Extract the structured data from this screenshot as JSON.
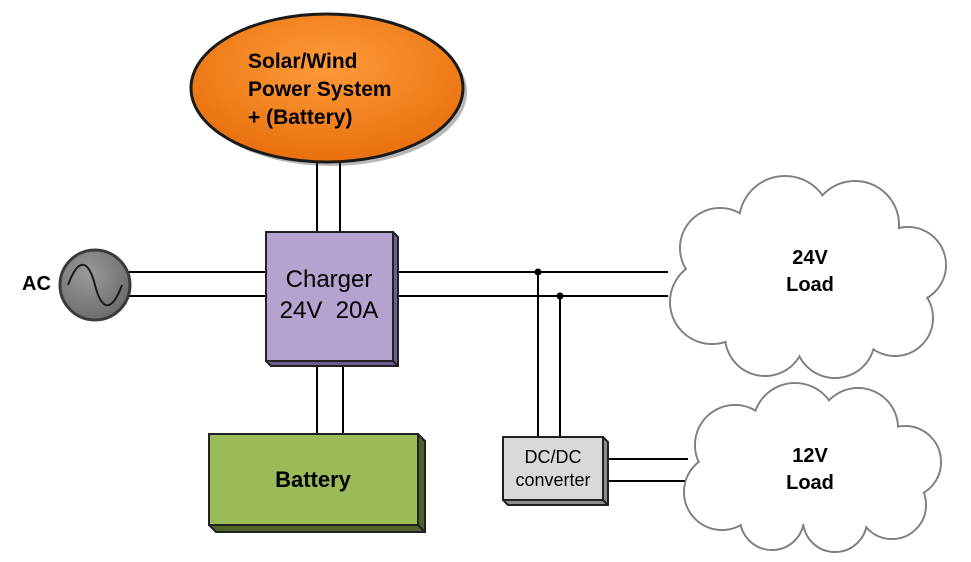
{
  "source": {
    "line1": "Solar/Wind",
    "line2": "Power System",
    "line3": "+ (Battery)",
    "fill_color": "#f07a10"
  },
  "ac": {
    "label": "AC",
    "symbol": "sine-wave-icon"
  },
  "charger": {
    "line1": "Charger",
    "line2": "24V  20A",
    "fill_color": "#b4a2cf"
  },
  "battery": {
    "label": "Battery",
    "fill_color": "#9bbb59"
  },
  "dcdc": {
    "line1": "DC/DC",
    "line2": "converter",
    "fill_color": "#d9d9d9"
  },
  "load_24v": {
    "line1": "24V",
    "line2": "Load"
  },
  "load_12v": {
    "line1": "12V",
    "line2": "Load"
  }
}
